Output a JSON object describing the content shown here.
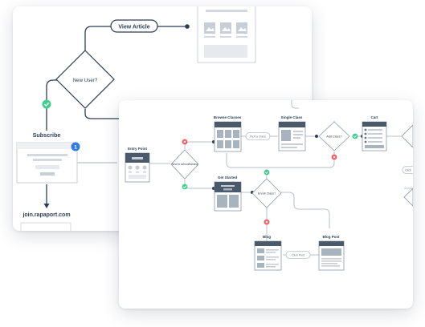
{
  "back_flow": {
    "view_article": "View Article",
    "new_user": "New User?",
    "subscribe": "Subscribe",
    "subscribe_badge": "1",
    "join_url": "join.rapaport.com"
  },
  "front_flow": {
    "entry_point": "Entry Point",
    "browse_classes": "Browse Classes",
    "single_class": "Single Class",
    "cart": "Cart",
    "get_started": "Get Started",
    "blog": "Blog",
    "blog_post": "Blog Post",
    "new_to_school": "New to school/training",
    "enroll_class": "Enroll Class?",
    "add_class": "Add Class?",
    "pick_a_class": "Pick a Class",
    "click_post": "Click Post",
    "click_fragment": "Click"
  },
  "colors": {
    "navy": "#2c3e55",
    "green": "#3ecf8e",
    "red": "#f0555a",
    "blue": "#2f7de1",
    "line": "#b7c1ce",
    "wire_fill": "#c8ced6"
  }
}
